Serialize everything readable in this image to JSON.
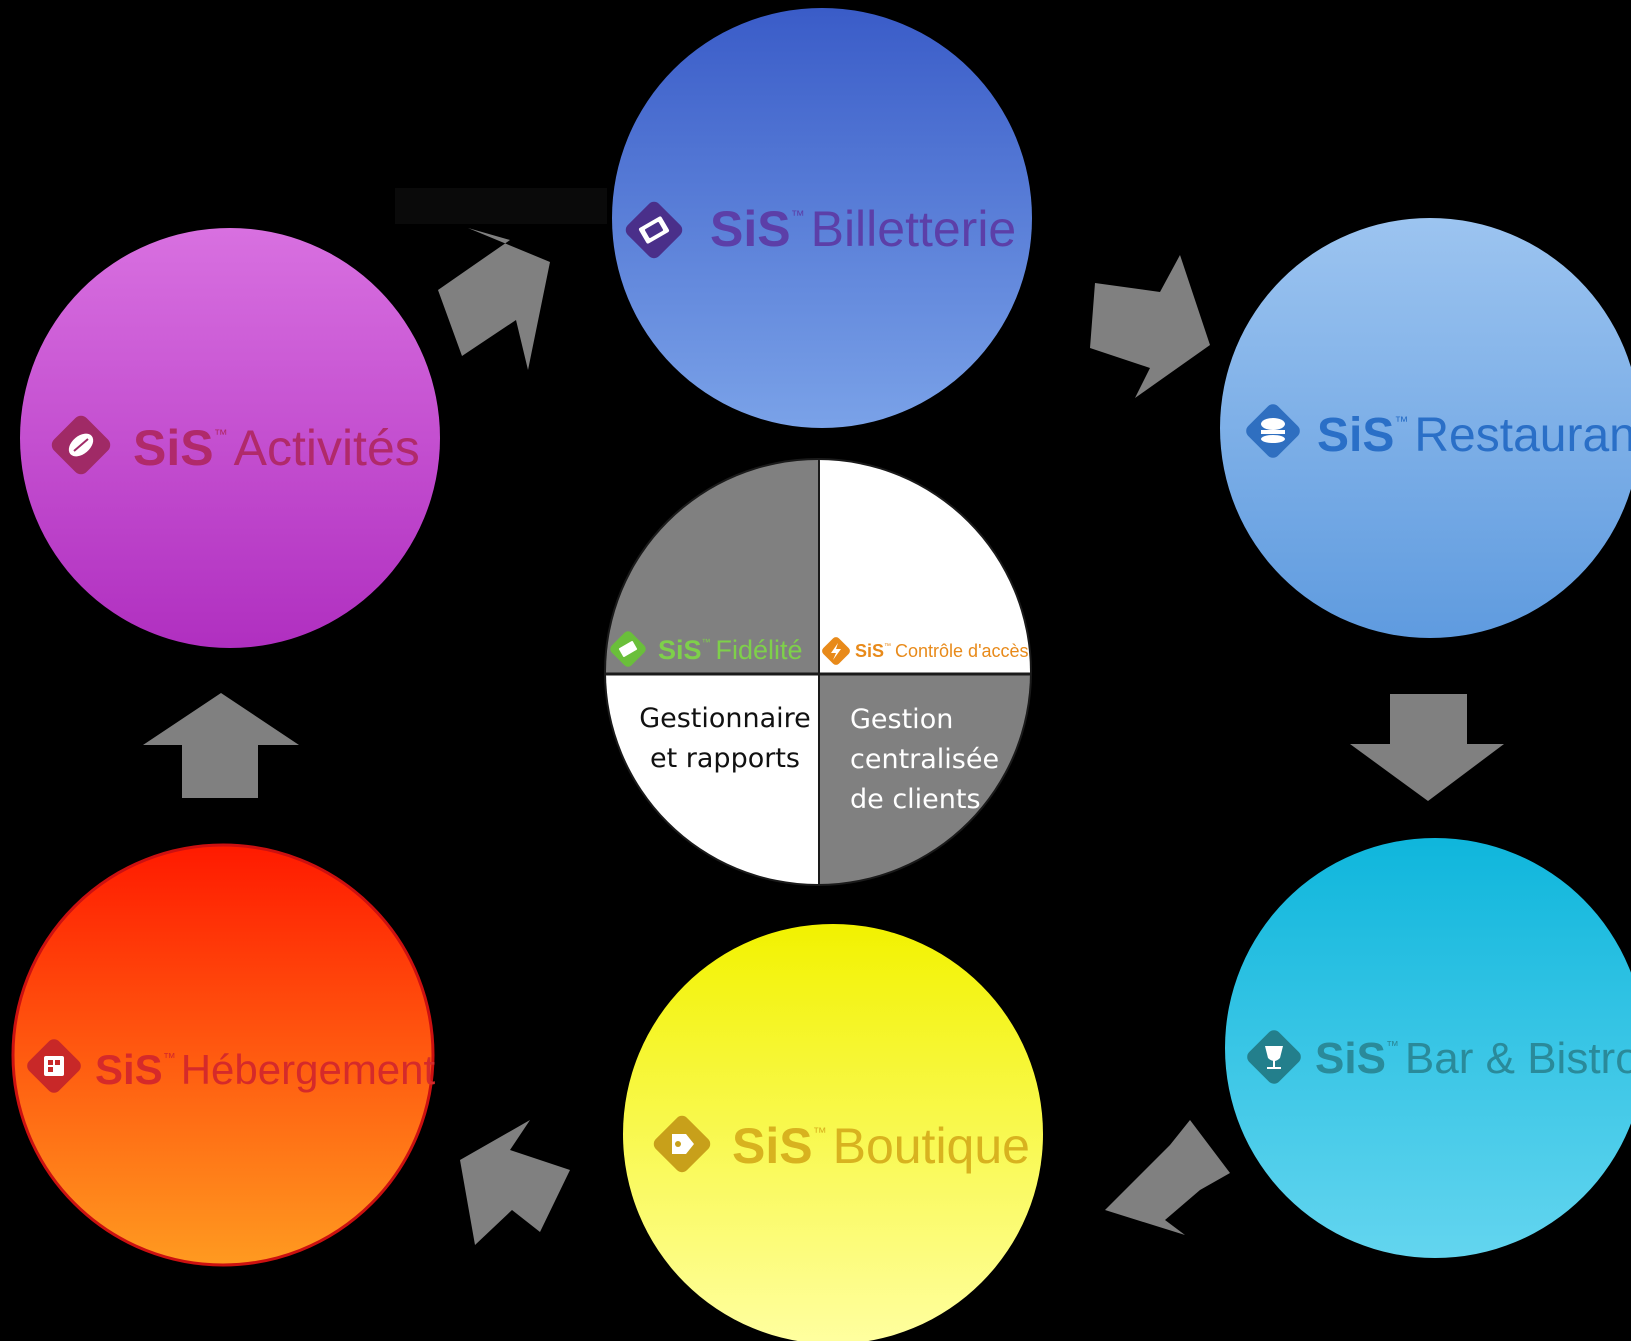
{
  "modules": [
    {
      "id": "billetterie",
      "brand": "SiS",
      "tm": "™",
      "name": "Billetterie",
      "icon": "ticket-icon",
      "colors": {
        "top": "#3a5cc8",
        "bottom": "#7aa2e8",
        "text": "#5c3fa8",
        "badge": "#4a2f8a"
      }
    },
    {
      "id": "restaurant",
      "brand": "SiS",
      "tm": "™",
      "name": "Restaurant",
      "icon": "burger-icon",
      "colors": {
        "top": "#8fbcee",
        "bottom": "#5f9bdf",
        "text": "#2a6fc7",
        "badge": "#2f6fc0"
      }
    },
    {
      "id": "bar-bistro",
      "brand": "SiS",
      "tm": "™",
      "name": "Bar & Bistro",
      "icon": "wine-glass-icon",
      "colors": {
        "top": "#0fb6dc",
        "bottom": "#63d5ef",
        "text": "#2a8a9a",
        "badge": "#237f8c"
      }
    },
    {
      "id": "boutique",
      "brand": "SiS",
      "tm": "™",
      "name": "Boutique",
      "icon": "price-tag-icon",
      "colors": {
        "top": "#f2f200",
        "bottom": "#ffff90",
        "text": "#d8b21f",
        "badge": "#c8a01a"
      }
    },
    {
      "id": "hebergement",
      "brand": "SiS",
      "tm": "™",
      "name": "Hébergement",
      "icon": "hotel-icon",
      "colors": {
        "top": "#ff2a00",
        "bottom": "#ff8a1a",
        "text": "#d52a2a",
        "badge": "#c82828"
      }
    },
    {
      "id": "activites",
      "brand": "SiS",
      "tm": "™",
      "name": "Activités",
      "icon": "football-icon",
      "colors": {
        "top": "#b02fc0",
        "bottom": "#d870e0",
        "text": "#b02a6a",
        "badge": "#a02a66"
      }
    }
  ],
  "center": {
    "fidelite": {
      "brand": "SiS",
      "tm": "™",
      "name": "Fidélité",
      "icon": "card-icon",
      "color": "#6abf3a"
    },
    "controle": {
      "brand": "SiS",
      "tm": "™",
      "name": "Contrôle d'accès",
      "icon": "lightning-icon",
      "color": "#e88a1a"
    },
    "rapports": {
      "line1": "Gestionnaire",
      "line2": "et rapports"
    },
    "clients": {
      "line1": "Gestion",
      "line2": "centralisée",
      "line3": "de clients"
    }
  },
  "arrow_color": "#808080"
}
